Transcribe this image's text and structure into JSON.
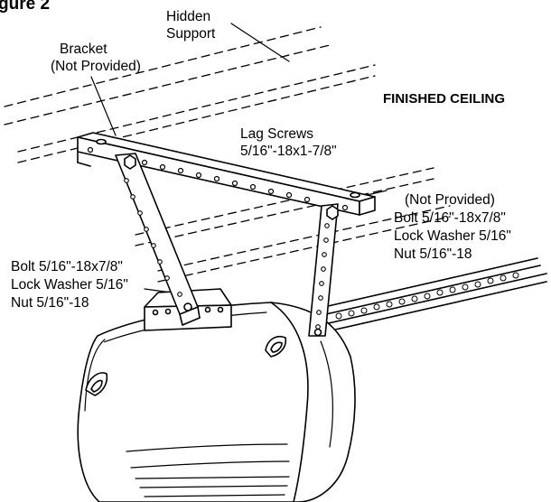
{
  "figure": {
    "title": "gure 2"
  },
  "labels": {
    "hidden_support": [
      "Hidden",
      "Support"
    ],
    "bracket": [
      "Bracket",
      "(Not Provided)"
    ],
    "finished_ceiling": "FINISHED CEILING",
    "lag_screws": [
      "Lag Screws",
      "5/16\"-18x1-7/8\""
    ],
    "right_hardware": [
      "(Not Provided)",
      "Bolt 5/16\"-18x7/8\"",
      "Lock Washer 5/16\"",
      "Nut 5/16\"-18"
    ],
    "left_hardware": [
      "Bolt 5/16\"-18x7/8\"",
      "Lock Washer 5/16\"",
      "Nut 5/16\"-18"
    ]
  }
}
